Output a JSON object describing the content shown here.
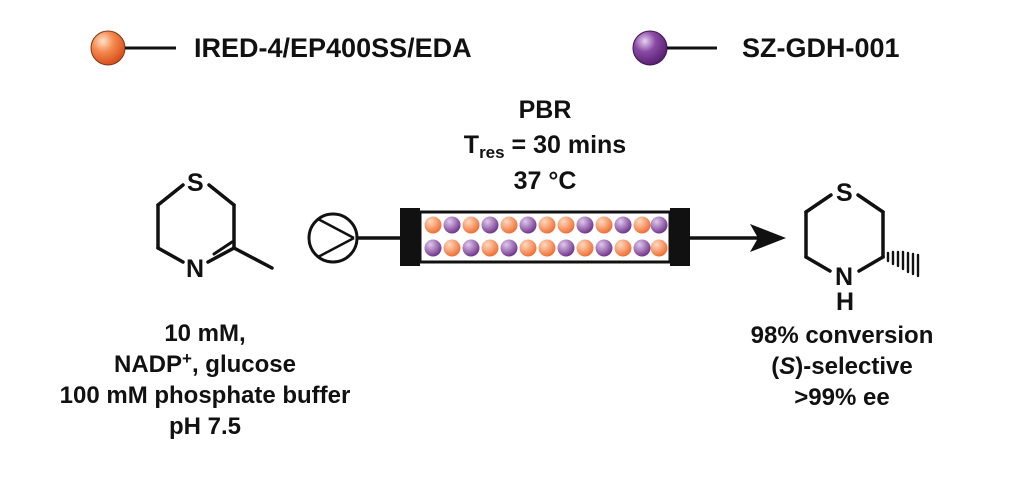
{
  "legend": {
    "items": [
      {
        "label": "IRED-4/EP400SS/EDA",
        "color": "#f07a42"
      },
      {
        "label": "SZ-GDH-001",
        "color": "#7a3a92"
      }
    ]
  },
  "reactor": {
    "label": "PBR",
    "tres_symbol": "T",
    "tres_sub": "res",
    "tres_value": "= 30 mins",
    "temperature": "37 °C"
  },
  "substrate": {
    "atom_s": "S",
    "atom_n": "N",
    "conditions": {
      "concentration": "10 mM,",
      "cofactor": "NADP",
      "cofactor_charge": "+",
      "cofactor_rest": ", glucose",
      "buffer": "100 mM phosphate buffer",
      "ph": "pH 7.5"
    }
  },
  "product": {
    "atom_s": "S",
    "atom_n": "N",
    "atom_h": "H",
    "results": {
      "conversion": "98% conversion",
      "selectivity_open": "(",
      "selectivity_letter": "S",
      "selectivity_rest": ")-selective",
      "ee": ">99% ee"
    }
  },
  "colors": {
    "orange": "#f07a42",
    "purple": "#7a3a92",
    "ink": "#111111"
  }
}
